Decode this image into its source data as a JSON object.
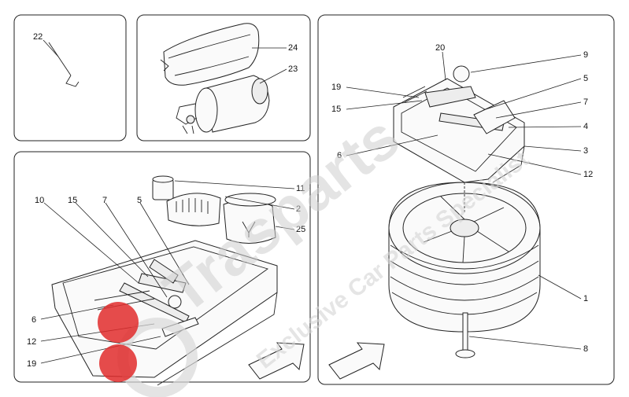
{
  "watermark": {
    "brand": "Trasparts",
    "tagline": "Exclusive Car Parts Specialist",
    "logo_color": "#e02b2b"
  },
  "callouts": {
    "p1_22": "22",
    "p2_24": "24",
    "p2_23": "23",
    "p3_10": "10",
    "p3_15": "15",
    "p3_7": "7",
    "p3_5": "5",
    "p3_11": "11",
    "p3_2": "2",
    "p3_25": "25",
    "p3_6": "6",
    "p3_12": "12",
    "p3_19": "19",
    "p4_20": "20",
    "p4_9": "9",
    "p4_19": "19",
    "p4_5": "5",
    "p4_15": "15",
    "p4_7": "7",
    "p4_4": "4",
    "p4_6": "6",
    "p4_3": "3",
    "p4_12": "12",
    "p4_1": "1",
    "p4_8": "8"
  }
}
